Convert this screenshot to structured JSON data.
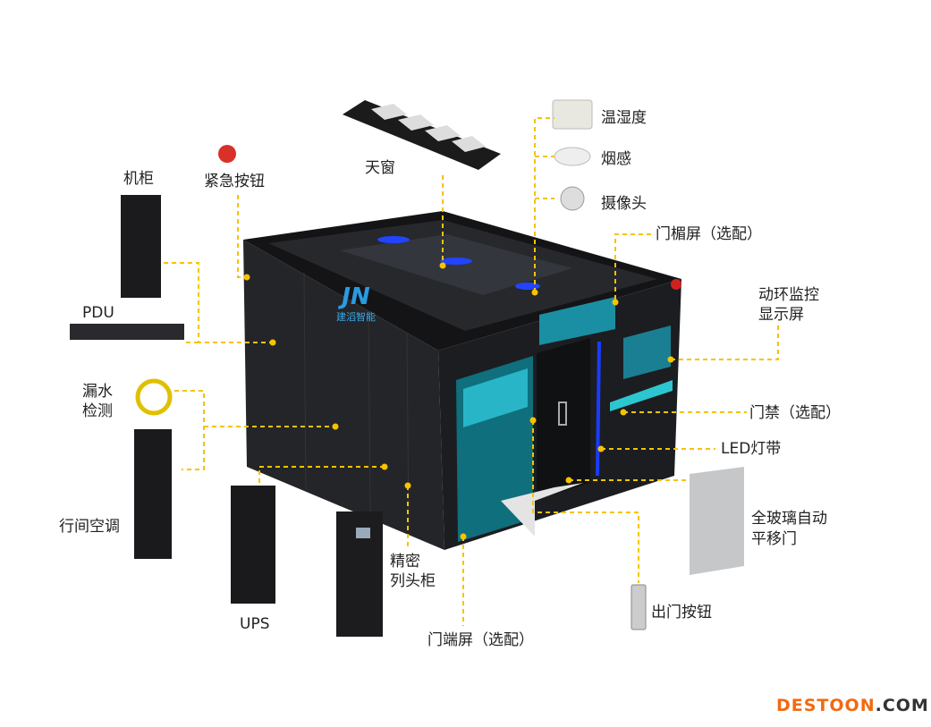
{
  "labels": {
    "temp_humidity": "温湿度",
    "smoke": "烟感",
    "camera": "摄像头",
    "lintel_screen": "门楣屏（选配）",
    "monitor_screen_1": "动环监控",
    "monitor_screen_2": "显示屏",
    "access_control": "门禁（选配）",
    "led_strip": "LED灯带",
    "glass_door_1": "全玻璃自动",
    "glass_door_2": "平移门",
    "exit_button": "出门按钮",
    "end_screen": "门端屏（选配）",
    "precision_1": "精密",
    "precision_2": "列头柜",
    "ups": "UPS",
    "row_ac": "行间空调",
    "leak_1": "漏水",
    "leak_2": "检测",
    "pdu": "PDU",
    "cabinet": "机柜",
    "emergency_button": "紧急按钮",
    "skylight": "天窗"
  },
  "logo": {
    "mark": "JN",
    "name": "建滔智能"
  },
  "watermark": {
    "part1": "DESTOON",
    "part2": ".COM"
  },
  "colors": {
    "leader": "#f5c400",
    "cabinet": "#1e1f22",
    "screen": "#1fa6b8",
    "led": "#1a3cff",
    "stripe": "#2bc6d0"
  }
}
